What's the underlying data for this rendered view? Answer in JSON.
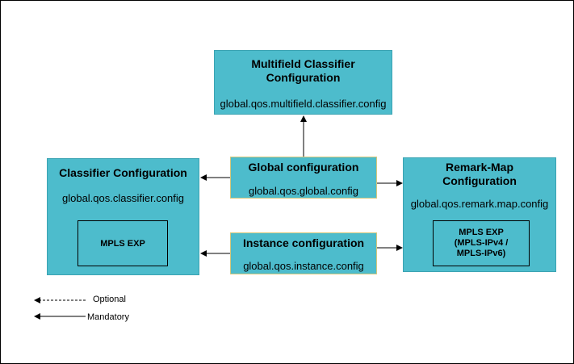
{
  "diagram": {
    "multifield": {
      "title_line1": "Multifield Classifier",
      "title_line2": "Configuration",
      "config": "global.qos.multifield.classifier.config"
    },
    "classifier": {
      "title": "Classifier Configuration",
      "config": "global.qos.classifier.config",
      "inner": "MPLS EXP"
    },
    "global": {
      "title": "Global configuration",
      "config": "global.qos.global.config"
    },
    "instance": {
      "title": "Instance configuration",
      "config": "global.qos.instance.config"
    },
    "remark": {
      "title_line1": "Remark-Map",
      "title_line2": "Configuration",
      "config": "global.qos.remark.map.config",
      "inner_line1": "MPLS EXP",
      "inner_line2": "(MPLS-IPv4 /",
      "inner_line3": "MPLS-IPv6)"
    }
  },
  "legend": {
    "optional": "Optional",
    "mandatory": "Mandatory"
  },
  "colors": {
    "box_fill": "#4dbccc",
    "line": "#000000"
  }
}
